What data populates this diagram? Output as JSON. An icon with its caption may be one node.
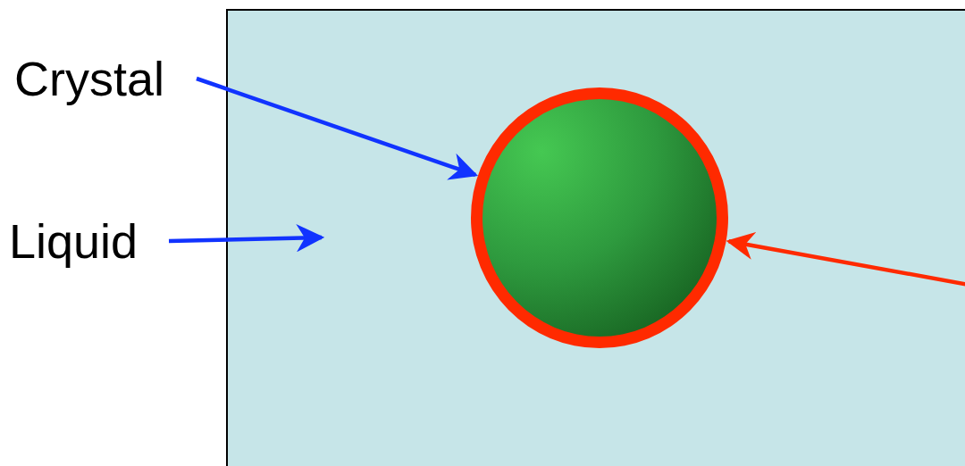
{
  "diagram": {
    "nodes": [
      {
        "text": [
          "Crystal"
        ]
      },
      {
        "text": [],
        "shape": "box"
      },
      {
        "text": [],
        "shape": "circle",
        "in": 1
      },
      {
        "text": [
          "Liquid"
        ]
      }
    ],
    "edges": [
      {
        "from": 0,
        "to": 2,
        "arrow": "to"
      },
      {
        "from": 3,
        "to": 1,
        "arrow": "to"
      },
      {
        "from": null,
        "to": 2,
        "arrow": "to",
        "color": "#ff2a00"
      }
    ]
  }
}
